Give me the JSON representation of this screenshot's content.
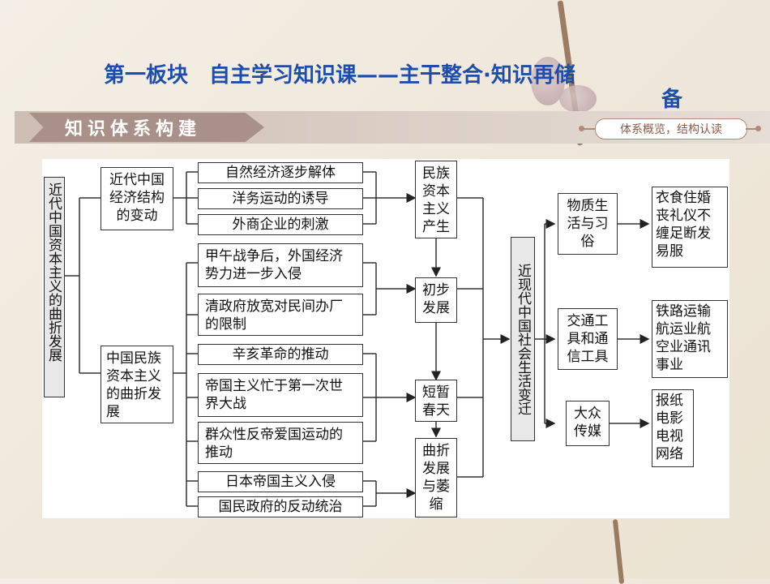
{
  "header": {
    "title_line1": "第一板块　自主学习知识课——主干整合·知识再储",
    "title_line2": "备",
    "band_title": "知识体系构建",
    "band_right": "体系概览，结构认读"
  },
  "diagram": {
    "root": "近代中国资本主义的曲折发展",
    "branch1": "近代中国经济结构的变动",
    "branch2": "中国民族资本主义的曲折发展",
    "causes": [
      "自然经济逐步解体",
      "洋务运动的诱导",
      "外商企业的刺激",
      "甲午战争后，外国经济势力进一步入侵",
      "清政府放宽对民间办厂的限制",
      "辛亥革命的推动",
      "帝国主义忙于第一次世界大战",
      "群众性反帝爱国运动的推动",
      "日本帝国主义入侵",
      "国民政府的反动统治"
    ],
    "stages": [
      "民族资本主义产生",
      "初步发展",
      "短暂春天",
      "曲折发展与萎缩"
    ],
    "society": "近现代中国社会生活变迁",
    "areas": [
      "物质生活与习俗",
      "交通工具和通信工具",
      "大众传媒"
    ],
    "details": [
      "衣食住婚丧礼仪不缠足断发易服",
      "铁路运输航运业航空业通讯事业",
      "报纸电影电视网络"
    ]
  }
}
